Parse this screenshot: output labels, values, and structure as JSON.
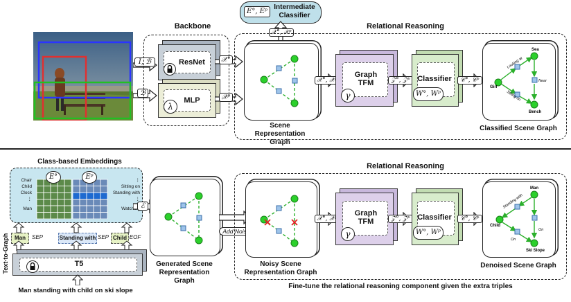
{
  "top": {
    "backbone_title": "Backbone",
    "relational_title": "Relational Reasoning",
    "intermediate": {
      "math": "E°, Eᵖ",
      "label": "Intermediate Classifier"
    },
    "input_arrows": {
      "img": "I, ℬ",
      "boxes": "ℬ"
    },
    "resnet_label": "ResNet",
    "mlp_label": "MLP",
    "lambda_symbol": "λ",
    "x_o": "𝒳°",
    "x_p": "𝒳ᵖ",
    "x_op": "𝒳°, 𝒳ᵖ",
    "graph_tfm": "Graph TFM",
    "gamma_symbol": "γ",
    "z_op": "𝒵°, 𝒵ᵖ",
    "classifier_label": "Classifier",
    "w_op": "W°, Wᵖ",
    "c_op": "𝒞°, 𝒞ᵖ",
    "scene_graph_label": "Scene Representation Graph",
    "classified_label": "Classified Scene Graph",
    "classified_nodes": {
      "girl": "Girl",
      "sea": "Sea",
      "bench": "Bench"
    },
    "classified_edges": {
      "looking_at": "Looking at",
      "near": "Near",
      "sitting_on": "Sitting on"
    }
  },
  "bottom": {
    "embeddings_title": "Class-based Embeddings",
    "e_o": "E°",
    "e_p": "Eᵖ",
    "classes": [
      "Chair",
      "Child",
      "Clock",
      "⋮",
      "Man"
    ],
    "predicates": [
      "⋮",
      "Sitting on",
      "Standing with",
      "⋮",
      "Watching"
    ],
    "e_cal": "ℰ",
    "relational_title": "Relational Reasoning",
    "add_noise": "Add Noise",
    "text_to_graph": "Text-to-Graph",
    "tokens": {
      "man": "Man",
      "sep1": "SEP",
      "standing": "Standing with",
      "sep2": "SEP",
      "child": "Child",
      "eof": "EOF"
    },
    "t5_label": "T5",
    "sentence": "Man standing with child on ski slope",
    "generated_label": "Generated Scene Representation Graph",
    "noisy_label": "Noisy Scene Representation Graph",
    "denoised_label": "Denoised Scene Graph",
    "x_op": "𝒳°, 𝒳ᵖ",
    "graph_tfm": "Graph TFM",
    "gamma_symbol": "γ",
    "z_op": "𝒵°, 𝒵ᵖ",
    "classifier_label": "Classifier",
    "w_op": "W°, Wᵖ",
    "c_op": "𝒞°, 𝒞ᵖ",
    "denoised_nodes": {
      "man": "Man",
      "child": "Child",
      "ski": "Ski Slope"
    },
    "denoised_edges": {
      "standing": "Standing with",
      "on1": "On",
      "on2": "On"
    },
    "footer": "Fine-tune the relational reasoning component given the extra triples"
  }
}
